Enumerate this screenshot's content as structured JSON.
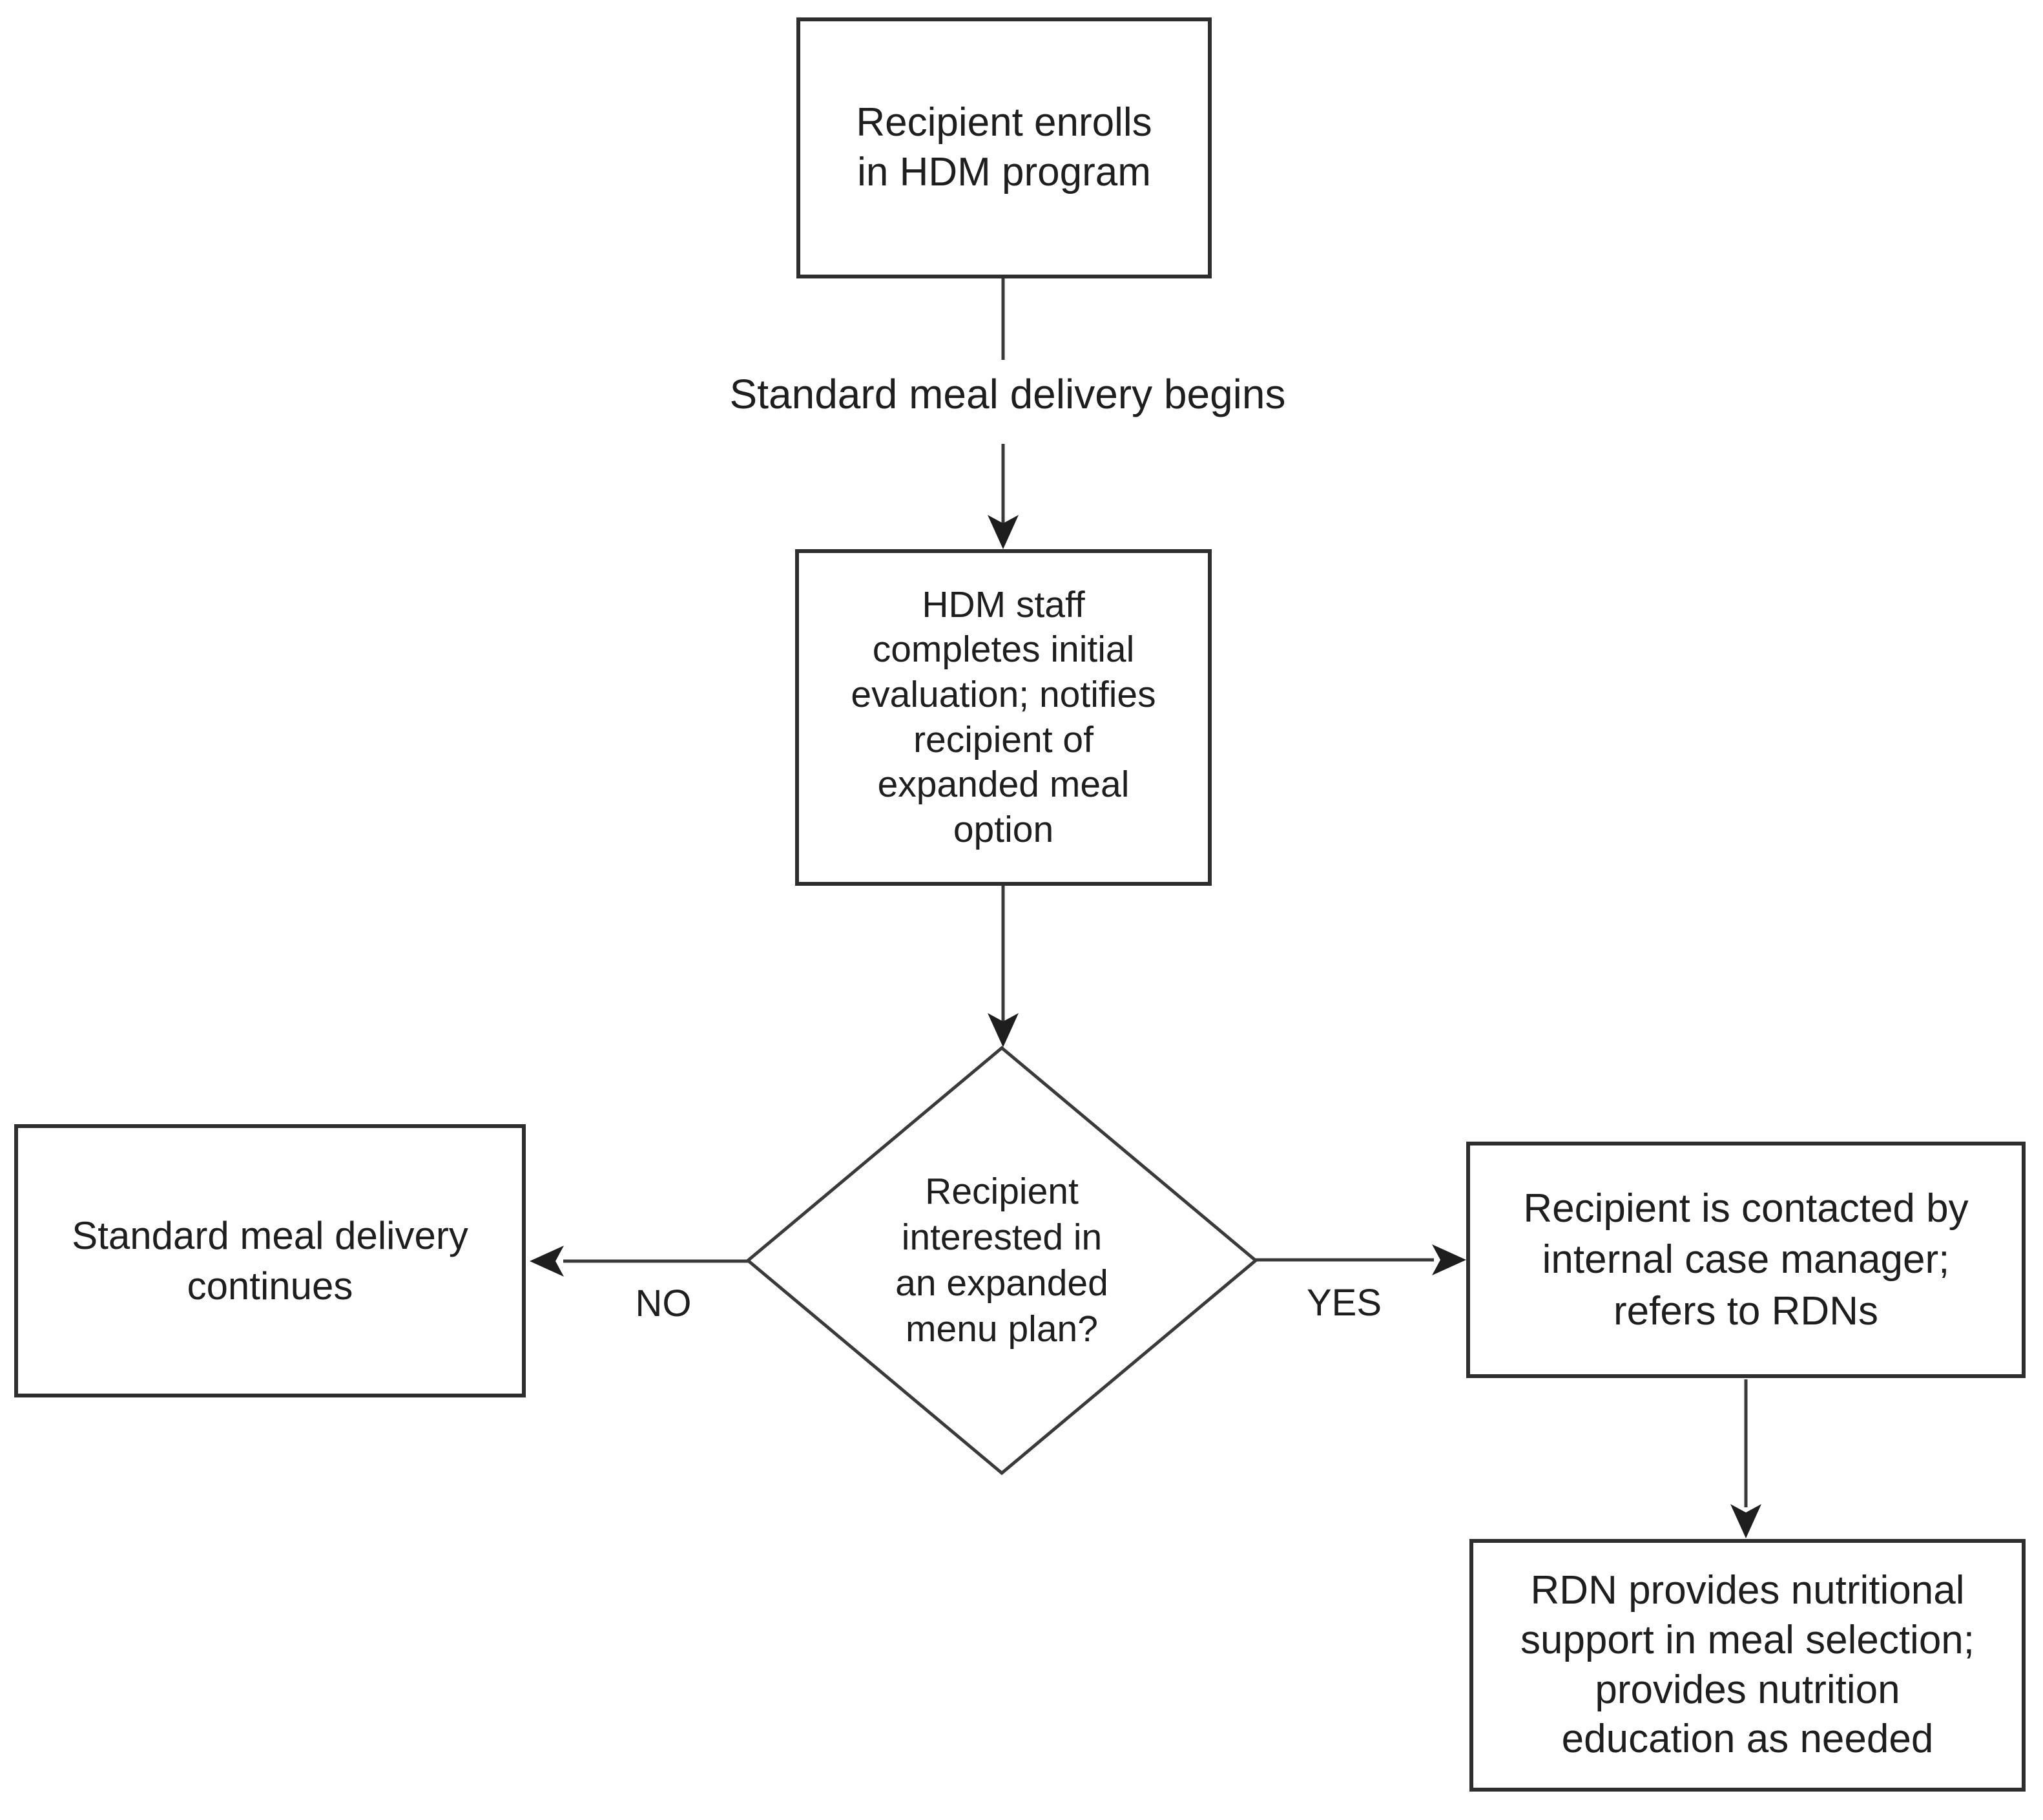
{
  "diagram": {
    "type": "flowchart",
    "nodes": {
      "enroll": {
        "shape": "rectangle",
        "lines": [
          "Recipient enrolls",
          "in HDM program"
        ]
      },
      "evaluation": {
        "shape": "rectangle",
        "lines": [
          "HDM staff",
          "completes initial",
          "evaluation; notifies",
          "recipient of",
          "expanded meal",
          "option"
        ]
      },
      "decision": {
        "shape": "diamond",
        "lines": [
          "Recipient",
          "interested in",
          "an expanded",
          "menu plan?"
        ]
      },
      "standard_continues": {
        "shape": "rectangle",
        "lines": [
          "Standard meal delivery",
          "continues"
        ]
      },
      "case_manager": {
        "shape": "rectangle",
        "lines": [
          "Recipient is contacted by",
          "internal case manager;",
          "refers to RDNs"
        ]
      },
      "rdn_support": {
        "shape": "rectangle",
        "lines": [
          "RDN provides nutritional",
          "support in meal selection;",
          "provides nutrition",
          "education as needed"
        ]
      }
    },
    "edges": [
      {
        "from": "enroll",
        "to": "evaluation",
        "label": "Standard meal delivery begins"
      },
      {
        "from": "evaluation",
        "to": "decision",
        "label": ""
      },
      {
        "from": "decision",
        "to": "standard_continues",
        "label": "NO"
      },
      {
        "from": "decision",
        "to": "case_manager",
        "label": "YES"
      },
      {
        "from": "case_manager",
        "to": "rdn_support",
        "label": ""
      }
    ],
    "colors": {
      "background": "#ffffff",
      "node_fill": "#ffffff",
      "border": "#2e2e2e",
      "line": "#3a3a3a",
      "text": "#1e1e1e"
    }
  }
}
